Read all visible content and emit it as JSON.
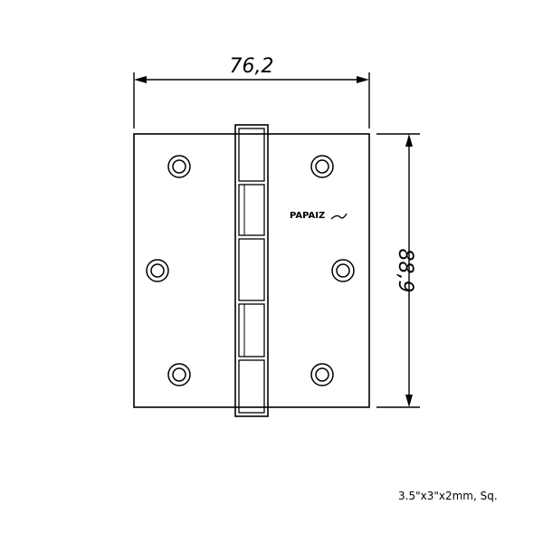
{
  "drawing": {
    "width_label": "76,2",
    "height_label": "88,9",
    "logo": "PAPAIZ"
  },
  "caption": "3.5\"x3\"x2mm, Sq.",
  "colors": {
    "line": "#000000",
    "background": "#ffffff"
  }
}
